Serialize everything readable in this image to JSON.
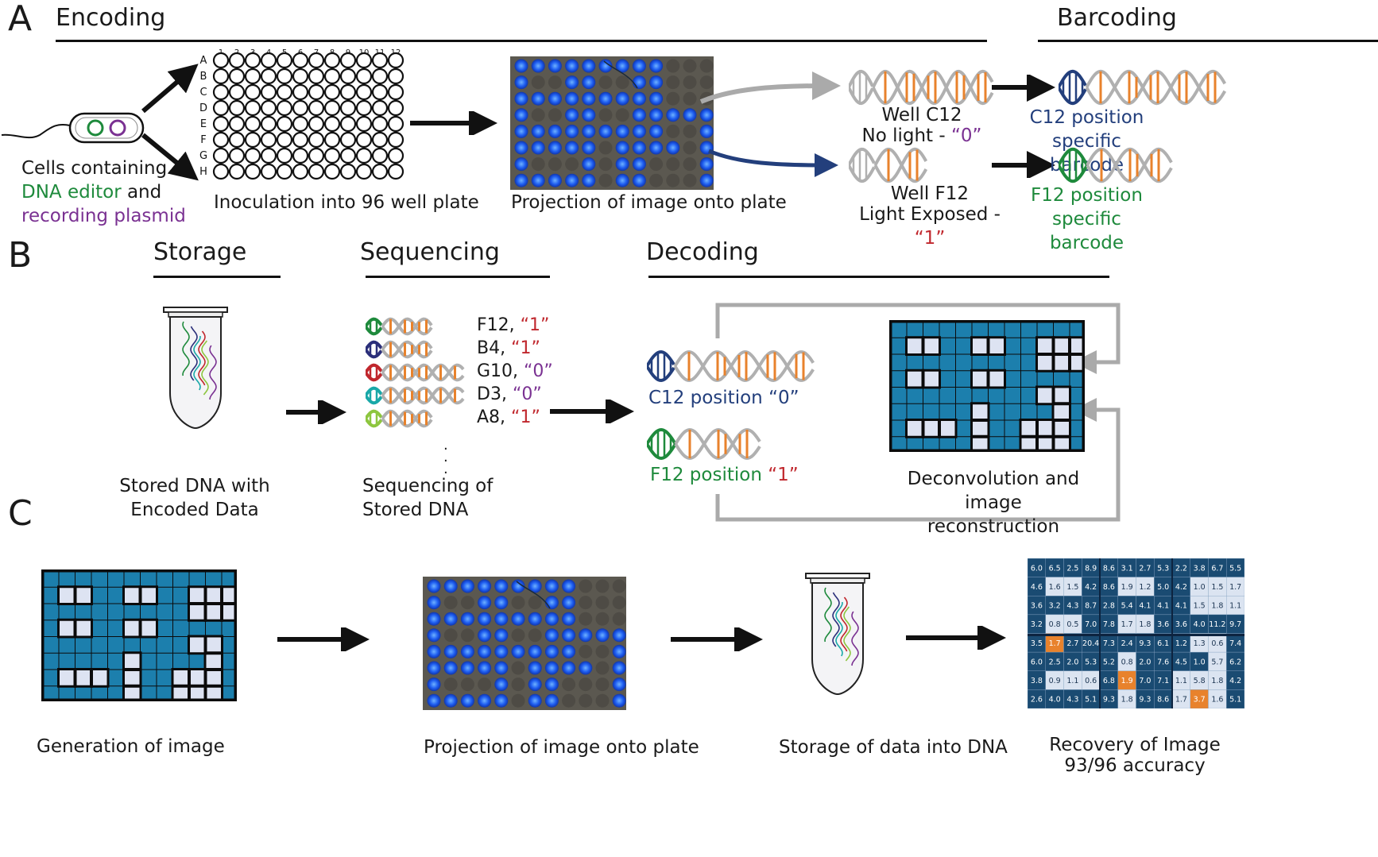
{
  "panels": {
    "a": {
      "letter": "A",
      "encoding_title": "Encoding",
      "barcoding_title": "Barcoding",
      "cells_line1": "Cells containing",
      "cells_line2_a": "DNA editor",
      "cells_line2_b": " and",
      "cells_line3": "recording plasmid",
      "plate_columns": [
        "1",
        "2",
        "3",
        "4",
        "5",
        "6",
        "7",
        "8",
        "9",
        "10",
        "11",
        "12"
      ],
      "plate_rows": [
        "A",
        "B",
        "C",
        "D",
        "E",
        "F",
        "G",
        "H"
      ],
      "plate_caption": "Inoculation into 96 well plate",
      "projection_caption": "Projection of image onto plate",
      "well_c12": "Well C12",
      "no_light_a": "No light - ",
      "no_light_b": "“0”",
      "well_f12": "Well F12",
      "light_exposed_a": "Light Exposed - ",
      "light_exposed_b": "“1”",
      "c12_barcode_1": "C12 position",
      "c12_barcode_2": "specific barcode",
      "f12_barcode_1": "F12 position",
      "f12_barcode_2": "specific barcode"
    },
    "b": {
      "letter": "B",
      "storage_title": "Storage",
      "sequencing_title": "Sequencing",
      "decoding_title": "Decoding",
      "stored_caption_1": "Stored DNA with",
      "stored_caption_2": "Encoded Data",
      "reads": [
        {
          "well": "F12, ",
          "bit": "“1”",
          "color": "#1e8a3c"
        },
        {
          "well": "B4, ",
          "bit": "“1”",
          "color": "#2b2f7a"
        },
        {
          "well": "G10, ",
          "bit": "“0”",
          "color": "#c0272d"
        },
        {
          "well": "D3, ",
          "bit": "“0”",
          "color": "#19a8a8"
        },
        {
          "well": "A8, ",
          "bit": "“1”",
          "color": "#8dc63f"
        }
      ],
      "seq_caption_1": "Sequencing of",
      "seq_caption_2": "Stored DNA",
      "c12_pos_a": "C12 position ",
      "c12_pos_b": "“0”",
      "f12_pos_a": "F12 position ",
      "f12_pos_b": "“1”",
      "deconv_1": "Deconvolution and",
      "deconv_2": "image reconstruction"
    },
    "c": {
      "letter": "C",
      "gen_caption": "Generation of image",
      "proj_caption": "Projection of image onto plate",
      "storage_caption": "Storage of data into DNA",
      "recovery_1": "Recovery of Image",
      "recovery_2": "93/96 accuracy",
      "heatmap_values": [
        [
          "6.0",
          "6.5",
          "2.5",
          "8.9",
          "8.6",
          "3.1",
          "2.7",
          "5.3",
          "2.2",
          "3.8",
          "6.7",
          "5.5"
        ],
        [
          "4.6",
          "1.6",
          "1.5",
          "4.2",
          "8.6",
          "1.9",
          "1.2",
          "5.0",
          "4.2",
          "1.0",
          "1.5",
          "1.7"
        ],
        [
          "3.6",
          "3.2",
          "4.3",
          "8.7",
          "2.8",
          "5.4",
          "4.1",
          "4.1",
          "4.1",
          "1.5",
          "1.8",
          "1.1"
        ],
        [
          "3.2",
          "0.8",
          "0.5",
          "7.0",
          "7.8",
          "1.7",
          "1.8",
          "3.6",
          "3.6",
          "4.0",
          "11.2",
          "9.7"
        ],
        [
          "3.5",
          "1.7",
          "2.7",
          "20.4",
          "7.3",
          "2.4",
          "9.3",
          "6.1",
          "1.2",
          "1.3",
          "0.6",
          "7.4"
        ],
        [
          "6.0",
          "2.5",
          "2.0",
          "5.3",
          "5.2",
          "0.8",
          "2.0",
          "7.6",
          "4.5",
          "1.0",
          "5.7",
          "6.2"
        ],
        [
          "3.8",
          "0.9",
          "1.1",
          "0.6",
          "6.8",
          "1.9",
          "7.0",
          "7.1",
          "1.1",
          "5.8",
          "1.8",
          "4.2"
        ],
        [
          "2.6",
          "4.0",
          "4.3",
          "5.1",
          "9.3",
          "1.8",
          "9.3",
          "8.6",
          "1.7",
          "3.7",
          "1.6",
          "5.1"
        ]
      ],
      "heatmap_cell_state": [
        [
          0,
          0,
          0,
          0,
          0,
          0,
          0,
          0,
          0,
          0,
          0,
          0
        ],
        [
          0,
          1,
          1,
          0,
          0,
          1,
          1,
          0,
          0,
          1,
          1,
          1
        ],
        [
          0,
          0,
          0,
          0,
          0,
          0,
          0,
          0,
          0,
          1,
          1,
          1
        ],
        [
          0,
          1,
          1,
          0,
          0,
          1,
          1,
          0,
          0,
          0,
          0,
          0
        ],
        [
          0,
          2,
          0,
          0,
          0,
          0,
          0,
          0,
          0,
          1,
          1,
          0
        ],
        [
          0,
          0,
          0,
          0,
          0,
          1,
          0,
          0,
          0,
          0,
          1,
          0
        ],
        [
          0,
          1,
          1,
          1,
          0,
          2,
          0,
          0,
          1,
          1,
          1,
          0
        ],
        [
          0,
          0,
          0,
          0,
          0,
          1,
          0,
          0,
          1,
          2,
          1,
          0
        ]
      ]
    }
  },
  "bac_grid": [
    [
      0,
      0,
      0,
      0,
      0,
      0,
      0,
      0,
      0,
      0,
      0,
      0
    ],
    [
      0,
      1,
      1,
      0,
      0,
      1,
      1,
      0,
      0,
      1,
      1,
      1
    ],
    [
      0,
      0,
      0,
      0,
      0,
      0,
      0,
      0,
      0,
      1,
      1,
      1
    ],
    [
      0,
      1,
      1,
      0,
      0,
      1,
      1,
      0,
      0,
      0,
      0,
      0
    ],
    [
      0,
      0,
      0,
      0,
      0,
      0,
      0,
      0,
      0,
      1,
      1,
      0
    ],
    [
      0,
      0,
      0,
      0,
      0,
      1,
      0,
      0,
      0,
      0,
      1,
      0
    ],
    [
      0,
      1,
      1,
      1,
      0,
      1,
      0,
      0,
      1,
      1,
      1,
      0
    ],
    [
      0,
      0,
      0,
      0,
      0,
      1,
      0,
      0,
      1,
      1,
      1,
      0
    ]
  ],
  "plate_lit": [
    [
      1,
      1,
      1,
      1,
      1,
      1,
      1,
      1,
      1,
      0,
      0,
      0
    ],
    [
      1,
      0,
      0,
      1,
      1,
      0,
      0,
      1,
      1,
      0,
      0,
      0
    ],
    [
      1,
      1,
      1,
      1,
      1,
      1,
      1,
      1,
      1,
      0,
      0,
      0
    ],
    [
      1,
      0,
      0,
      1,
      1,
      0,
      0,
      1,
      1,
      1,
      1,
      1
    ],
    [
      1,
      1,
      1,
      1,
      1,
      1,
      1,
      1,
      1,
      0,
      0,
      1
    ],
    [
      1,
      1,
      1,
      1,
      1,
      0,
      1,
      1,
      1,
      1,
      0,
      1
    ],
    [
      1,
      0,
      0,
      0,
      1,
      0,
      1,
      1,
      0,
      0,
      0,
      1
    ],
    [
      1,
      1,
      1,
      1,
      1,
      0,
      1,
      1,
      0,
      0,
      0,
      1
    ]
  ],
  "colors": {
    "bac_blue": "#1c7fad",
    "bac_light": "#dde3f2",
    "heat_dark": "#1a4b72",
    "heat_light": "#dbe4f1",
    "heat_orange": "#e8822c",
    "navy": "#233f7c",
    "green": "#1e8a3c",
    "purple": "#7a3192",
    "red": "#c0272d",
    "dna_grey": "#b0b0b0",
    "dna_orange": "#e8822c"
  }
}
